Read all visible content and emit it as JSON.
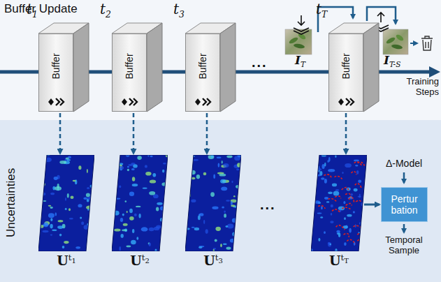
{
  "diagram": {
    "nodes": [
      {
        "text": [
          "Buffer"
        ]
      },
      {
        "text": [
          "Buffer"
        ]
      },
      {
        "text": [
          "Buffer"
        ]
      },
      {
        "text": [
          "Buffer"
        ]
      },
      {
        "text": [
          "Ut1"
        ]
      },
      {
        "text": [
          "Ut2"
        ]
      },
      {
        "text": [
          "Ut3"
        ]
      },
      {
        "text": [
          "UtT"
        ]
      },
      {
        "text": [
          "Pertur bation"
        ]
      }
    ],
    "edges": [
      {
        "from": 0,
        "to": 4,
        "arrow": "to"
      },
      {
        "from": 1,
        "to": 5,
        "arrow": "to"
      },
      {
        "from": 2,
        "to": 6,
        "arrow": "to"
      },
      {
        "from": 3,
        "to": 7,
        "arrow": "to"
      },
      {
        "from": 7,
        "to": 8,
        "arrow": "to"
      }
    ],
    "labels": [
      "Buffer Update",
      "t1",
      "t2",
      "t3",
      "tT",
      "IT",
      "IT-S",
      "Training Steps",
      "...",
      "Uncertainties",
      "...",
      "Δ-Model",
      "Temporal Sample"
    ]
  }
}
